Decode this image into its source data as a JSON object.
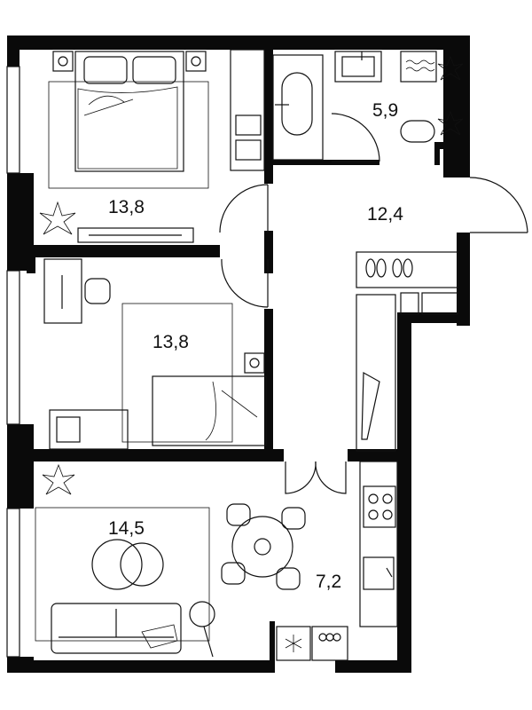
{
  "rooms": [
    {
      "id": "bedroom",
      "area": "13,8"
    },
    {
      "id": "bathroom",
      "area": "5,9"
    },
    {
      "id": "hallway",
      "area": "12,4"
    },
    {
      "id": "kids-room",
      "area": "13,8"
    },
    {
      "id": "living-room",
      "area": "14,5"
    },
    {
      "id": "kitchen",
      "area": "7,2"
    }
  ],
  "colors": {
    "wall": "#0a0a0a",
    "line": "#111111",
    "background": "#ffffff"
  }
}
